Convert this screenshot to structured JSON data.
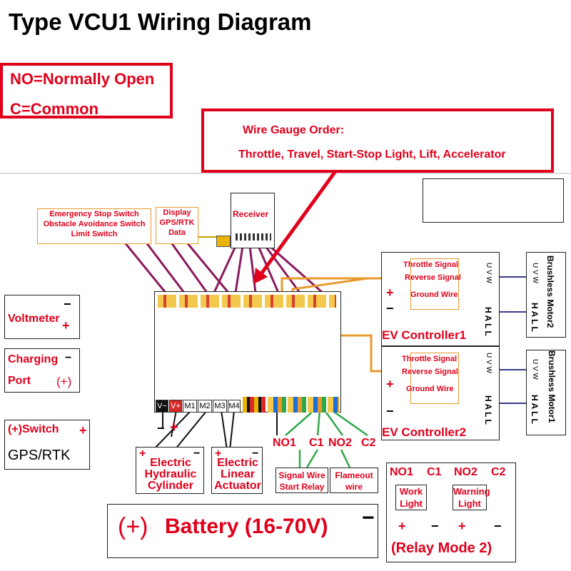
{
  "title": "Type VCU1 Wiring Diagram",
  "legend": {
    "no": "NO=Normally Open",
    "c": "C=Common"
  },
  "gauge": {
    "heading": "Wire Gauge Order:",
    "order": "Throttle, Travel, Start-Stop Light, Lift, Accelerator"
  },
  "inputs": {
    "switches": [
      "Emergency Stop Switch",
      "Obstacle Avoidance Switch",
      "Limit Switch"
    ],
    "display": [
      "Display",
      "GPS/RTK",
      "Data"
    ],
    "receiver": "Receiver"
  },
  "left": {
    "voltmeter": "Voltmeter",
    "voltmeter_minus": "−",
    "voltmeter_plus": "+",
    "charging": "Charging",
    "port": "Port",
    "port_minus": "−",
    "port_plus": "(+)",
    "switch_label": "(+)Switch",
    "switch_plus": "+",
    "gps": "GPS/RTK"
  },
  "vcu_terminals": [
    "V−",
    "V+",
    "M1",
    "M2",
    "M3",
    "M4"
  ],
  "vcu_polarity": [
    "−",
    "+"
  ],
  "relay_pins": [
    "NO1",
    "C1",
    "NO2",
    "C2"
  ],
  "controllers": [
    {
      "name": "EV Controller1",
      "signals": [
        "Throttle Signal",
        "Reverse Signal",
        "Ground Wire"
      ],
      "uvw": "U V W",
      "hall": "H A L L",
      "plus": "+",
      "minus": "−",
      "motor": "Brushless Motor2"
    },
    {
      "name": "EV Controller2",
      "signals": [
        "Throttle Signal",
        "Reverse Signal",
        "Ground Wire"
      ],
      "uvw": "U V W",
      "hall": "H A L L",
      "plus": "+",
      "minus": "−",
      "motor": "Brushless Motor1"
    }
  ],
  "outputs": {
    "cyl_plus": "+",
    "cyl_minus": "−",
    "cylinder": [
      "Electric",
      "Hydraulic",
      "Cylinder"
    ],
    "act_plus": "+",
    "act_minus": "−",
    "actuator": [
      "Electric",
      "Linear",
      "Actuator"
    ],
    "signal_relay": [
      "Signal Wire",
      "Start Relay"
    ],
    "flameout": [
      "Flameout",
      "wire"
    ]
  },
  "battery": {
    "plus": "(+)",
    "label": "Battery (16-70V)",
    "minus": "−"
  },
  "relay_mode": {
    "pins": [
      "NO1",
      "C1",
      "NO2",
      "C2"
    ],
    "work": [
      "Work",
      "Light"
    ],
    "warning": [
      "Warning",
      "Light"
    ],
    "work_plus": "+",
    "work_minus": "−",
    "warn_plus": "+",
    "warn_minus": "−",
    "label": "(Relay Mode 2)"
  },
  "colors": {
    "accent": "#e0001b",
    "wire_purple": "#8b1a5c",
    "wire_orange": "#e89a2c",
    "wire_green": "#2fa84a",
    "wire_black": "#111111"
  }
}
